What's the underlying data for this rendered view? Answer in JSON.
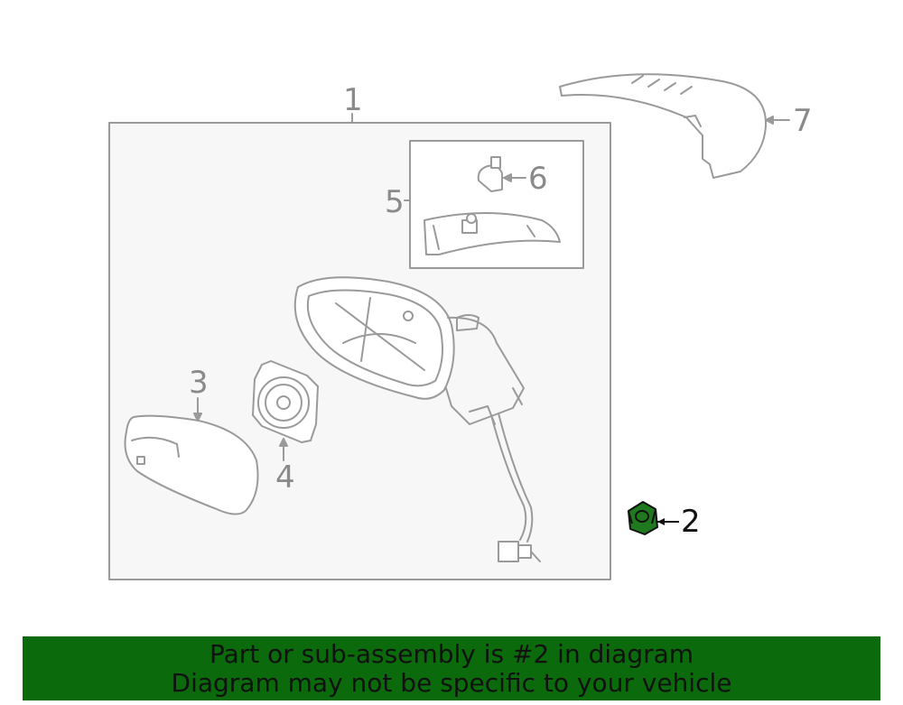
{
  "callouts": {
    "c1": "1",
    "c2": "2",
    "c3": "3",
    "c4": "4",
    "c5": "5",
    "c6": "6",
    "c7": "7"
  },
  "banner": {
    "line1": "Part or sub-assembly is #2 in diagram",
    "line2": "Diagram may not be specific to your vehicle"
  },
  "colors": {
    "banner_bg": "#0b6a0b",
    "highlight_part": "#1f7a1f",
    "line_art": "#9a9a9a"
  }
}
